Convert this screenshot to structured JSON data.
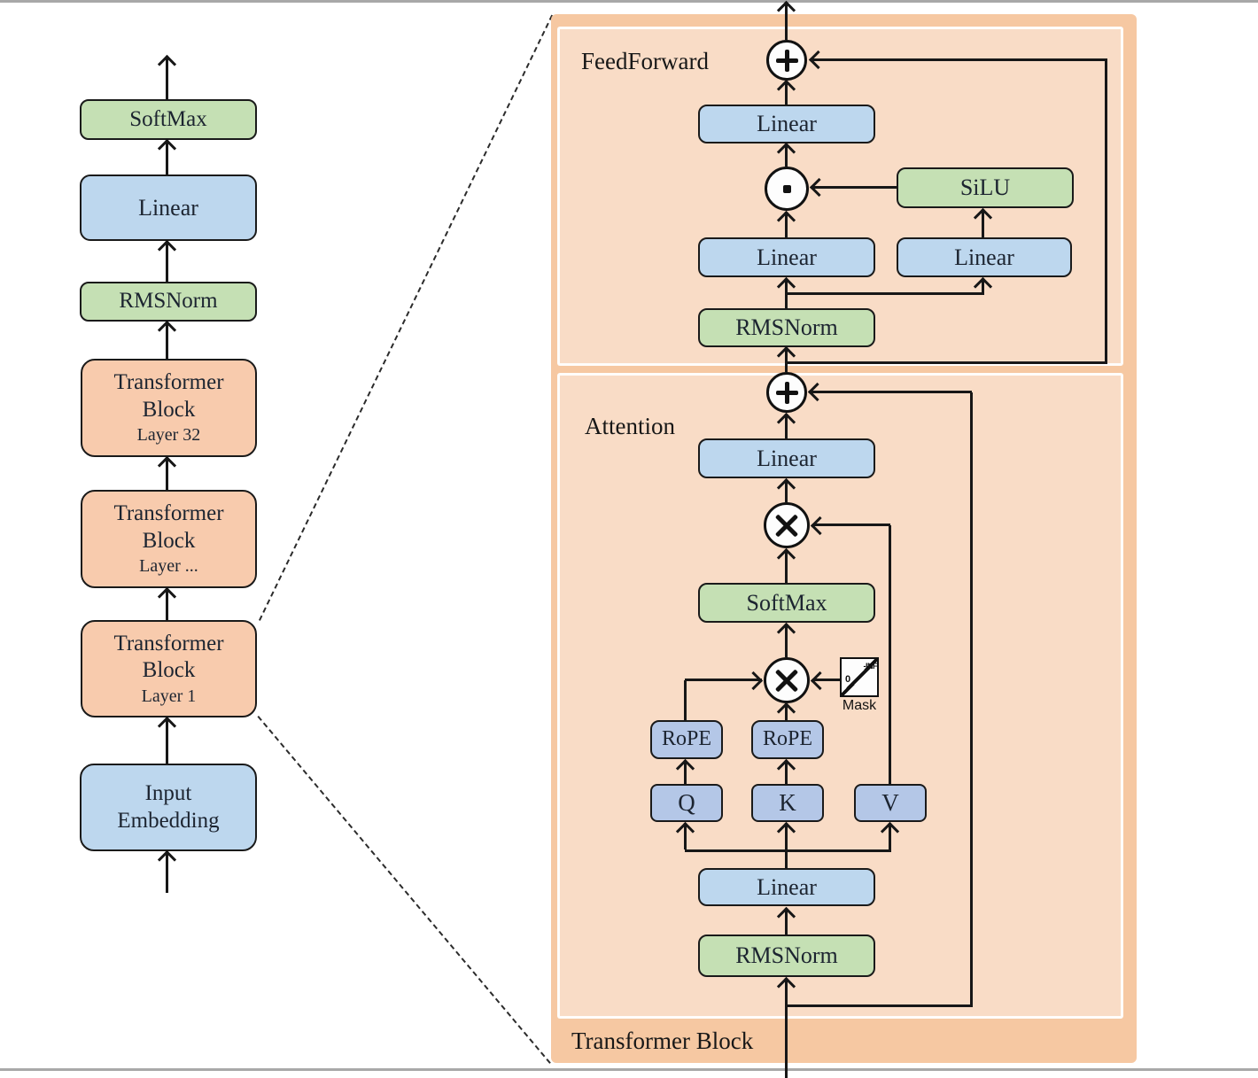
{
  "diagram": {
    "left_column": {
      "softmax": "SoftMax",
      "linear": "Linear",
      "rmsnorm": "RMSNorm",
      "block32": {
        "line1": "Transformer",
        "line2": "Block",
        "layer": "Layer 32"
      },
      "block_mid": {
        "line1": "Transformer",
        "line2": "Block",
        "layer": "Layer ..."
      },
      "block1": {
        "line1": "Transformer",
        "line2": "Block",
        "layer": "Layer 1"
      },
      "input_embedding": {
        "line1": "Input",
        "line2": "Embedding"
      }
    },
    "panel": {
      "label": "Transformer Block",
      "feedforward": {
        "label": "FeedForward",
        "linear_out": "Linear",
        "silu": "SiLU",
        "linear_left": "Linear",
        "linear_right": "Linear",
        "rmsnorm": "RMSNorm"
      },
      "attention": {
        "label": "Attention",
        "linear_out": "Linear",
        "softmax": "SoftMax",
        "mask": {
          "label": "Mask",
          "neg_inf": "-INF",
          "zero": "0"
        },
        "rope_q": "RoPE",
        "rope_k": "RoPE",
        "q": "Q",
        "k": "K",
        "v": "V",
        "linear_in": "Linear",
        "rmsnorm": "RMSNorm"
      }
    },
    "colors": {
      "panel_outer": "#f6c8a2",
      "panel_inner": "#f9dcc6",
      "green": "#c5e0b4",
      "blue": "#bdd7ee",
      "indigo": "#b4c7e7",
      "orange": "#f8cbad",
      "line": "#171717"
    }
  }
}
